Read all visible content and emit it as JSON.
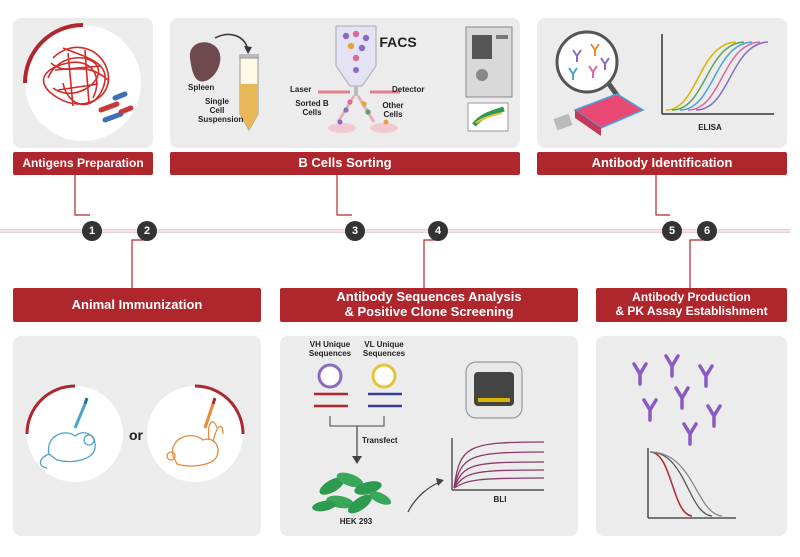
{
  "colors": {
    "brand_red": "#b0262d",
    "panel_gray": "#ececec",
    "step_dark": "#333333"
  },
  "headers": {
    "antigens": "Antigens Preparation",
    "bcells": "B Cells Sorting",
    "identification": "Antibody Identification",
    "immunization": "Animal Immunization",
    "sequences_l1": "Antibody Sequences Analysis",
    "sequences_l2": "& Positive Clone Screening",
    "production_l1": "Antibody Production",
    "production_l2": "& PK Assay Establishment"
  },
  "steps": [
    "1",
    "2",
    "3",
    "4",
    "5",
    "6"
  ],
  "labels": {
    "spleen": "Spleen",
    "single_cell": "Single Cell Suspension",
    "facs": "FACS",
    "laser": "Laser",
    "detector": "Detector",
    "sorted_b": "Sorted B Cells",
    "other_cells": "Other Cells",
    "elisa": "ELISA",
    "or": "or",
    "vh": "VH Unique Sequences",
    "vl": "VL Unique Sequences",
    "transfect": "Transfect",
    "hek": "HEK 293",
    "bli": "BLI"
  },
  "icons": [
    "antigen-protein-icon",
    "spleen-icon",
    "tube-icon",
    "facs-instrument-icon",
    "flask-icon",
    "elisa-curve-icon",
    "mouse-icon",
    "rabbit-icon",
    "syringe-icon",
    "plasmid-icon",
    "cells-icon",
    "bli-instrument-icon",
    "antibody-icon",
    "pk-curve-icon"
  ]
}
